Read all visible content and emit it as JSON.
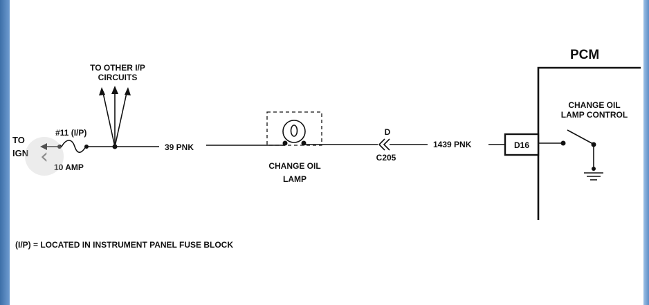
{
  "labels": {
    "pcm": "PCM",
    "to_other_1": "TO OTHER I/P",
    "to_other_2": "CIRCUITS",
    "to_ign_1": "TO",
    "to_ign_2": "IGN",
    "fuse_id": "#11  (I/P)",
    "fuse_rating": "10 AMP",
    "wire_a": "39 PNK",
    "lamp_1": "CHANGE OIL",
    "lamp_2": "LAMP",
    "conn_pin": "D",
    "conn_id": "C205",
    "wire_b": "1439 PNK",
    "pcm_pin": "D16",
    "ctrl_1": "CHANGE OIL",
    "ctrl_2": "LAMP CONTROL",
    "footnote": "(I/P)  =  LOCATED IN INSTRUMENT PANEL FUSE BLOCK"
  },
  "nav": {
    "back_glyph": "‹"
  },
  "colors": {
    "ink": "#111111",
    "frame": "#4a7cb8"
  }
}
